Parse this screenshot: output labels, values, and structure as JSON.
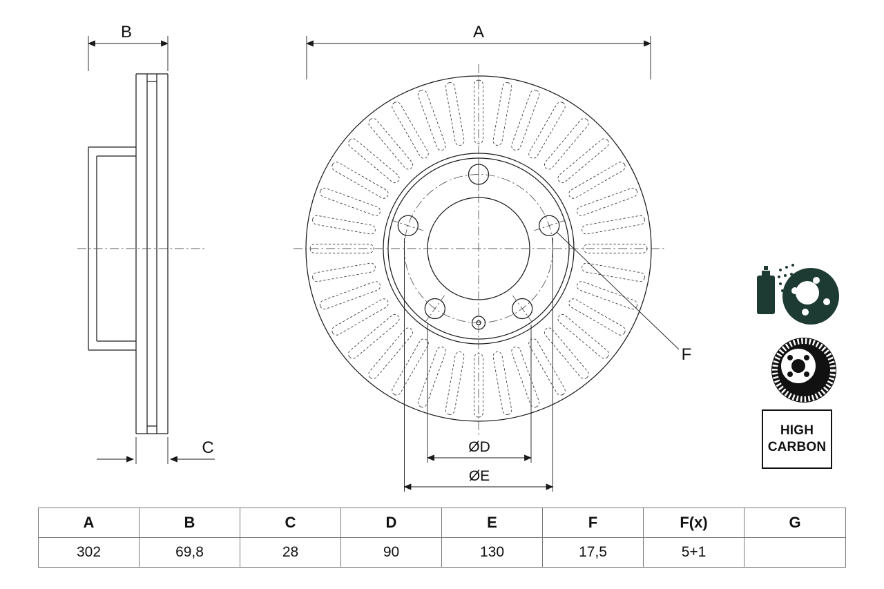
{
  "drawing": {
    "dim_a": "A",
    "dim_b": "B",
    "dim_c": "C",
    "dim_f": "F",
    "dim_d": "ØD",
    "dim_e": "ØE"
  },
  "badge": {
    "line1": "HIGH",
    "line2": "CARBON"
  },
  "icons": {
    "coating": "spray-coating-icon",
    "disc": "brake-disc-icon"
  },
  "table": {
    "headers": [
      "A",
      "B",
      "C",
      "D",
      "E",
      "F",
      "F(x)",
      "G"
    ],
    "values": [
      "302",
      "69,8",
      "28",
      "90",
      "130",
      "17,5",
      "5+1",
      ""
    ]
  },
  "colors": {
    "line": "#1a1a1a",
    "centerline": "#585858",
    "icon_green": "#1d3a33",
    "icon_black": "#111111",
    "table_border": "#777777"
  }
}
